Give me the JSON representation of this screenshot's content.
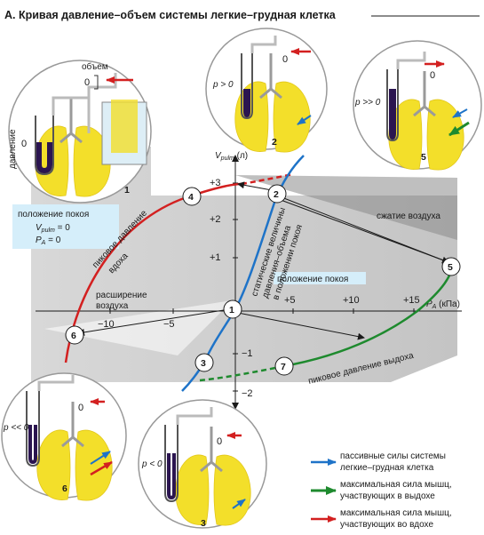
{
  "header": {
    "title": "A. Кривая давление–объем системы легкие–грудная клетка"
  },
  "axes": {
    "y_label": "V",
    "y_label_sub": "pulm",
    "y_unit": " (л)",
    "x_label": "P",
    "x_label_sub": "A",
    "x_unit": " (кПа)",
    "y_ticks": [
      "+3",
      "+2",
      "+1",
      "−1",
      "−2"
    ],
    "x_ticks": [
      "−10",
      "−5",
      "+5",
      "+10",
      "+15"
    ]
  },
  "annotations": {
    "rest_box_title": "положение покоя",
    "rest_box_v": "V",
    "rest_box_v_sub": "pulm",
    "rest_box_v_val": " = 0",
    "rest_box_p": "P",
    "rest_box_p_sub": "A",
    "rest_box_p_val": " = 0",
    "rest_position": "положение покоя",
    "compression": "сжатие воздуха",
    "expansion_1": "расширение",
    "expansion_2": "воздуха",
    "insp_peak_1": "пиковое давление",
    "insp_peak_2": "вдоха",
    "exp_peak": "пиковое давление выдоха",
    "static_1": "статические величины",
    "static_2": "давления–объема",
    "static_3": "в положении покоя"
  },
  "points": [
    "1",
    "2",
    "3",
    "4",
    "5",
    "6",
    "7"
  ],
  "panels": [
    {
      "number": "1",
      "volume_label": "объем",
      "pressure_label": "давление",
      "zero": "0"
    },
    {
      "number": "2",
      "pressure_label": "p > 0",
      "zero": "0"
    },
    {
      "number": "5",
      "pressure_label": "p >> 0",
      "zero": "0"
    },
    {
      "number": "6",
      "pressure_label": "p << 0",
      "zero": "0"
    },
    {
      "number": "3",
      "pressure_label": "p < 0",
      "zero": "0"
    }
  ],
  "legend": [
    {
      "line1": "пассивные силы системы",
      "line2": "легкие–грудная клетка",
      "color": "#1e73c8"
    },
    {
      "line1": "максимальная сила мышц,",
      "line2": "участвующих в выдохе",
      "color": "#1e8a2e"
    },
    {
      "line1": "максимальная сила мышц,",
      "line2": "участвующих во вдохе",
      "color": "#d32020"
    }
  ],
  "colors": {
    "passive": "#1e73c8",
    "expiration": "#1e8a2e",
    "inspiration": "#d32020",
    "lung": "#f3df2a",
    "highlight": "#d5eefa",
    "grey_field": "#c9c9c9",
    "manometer": "#2b1550"
  }
}
